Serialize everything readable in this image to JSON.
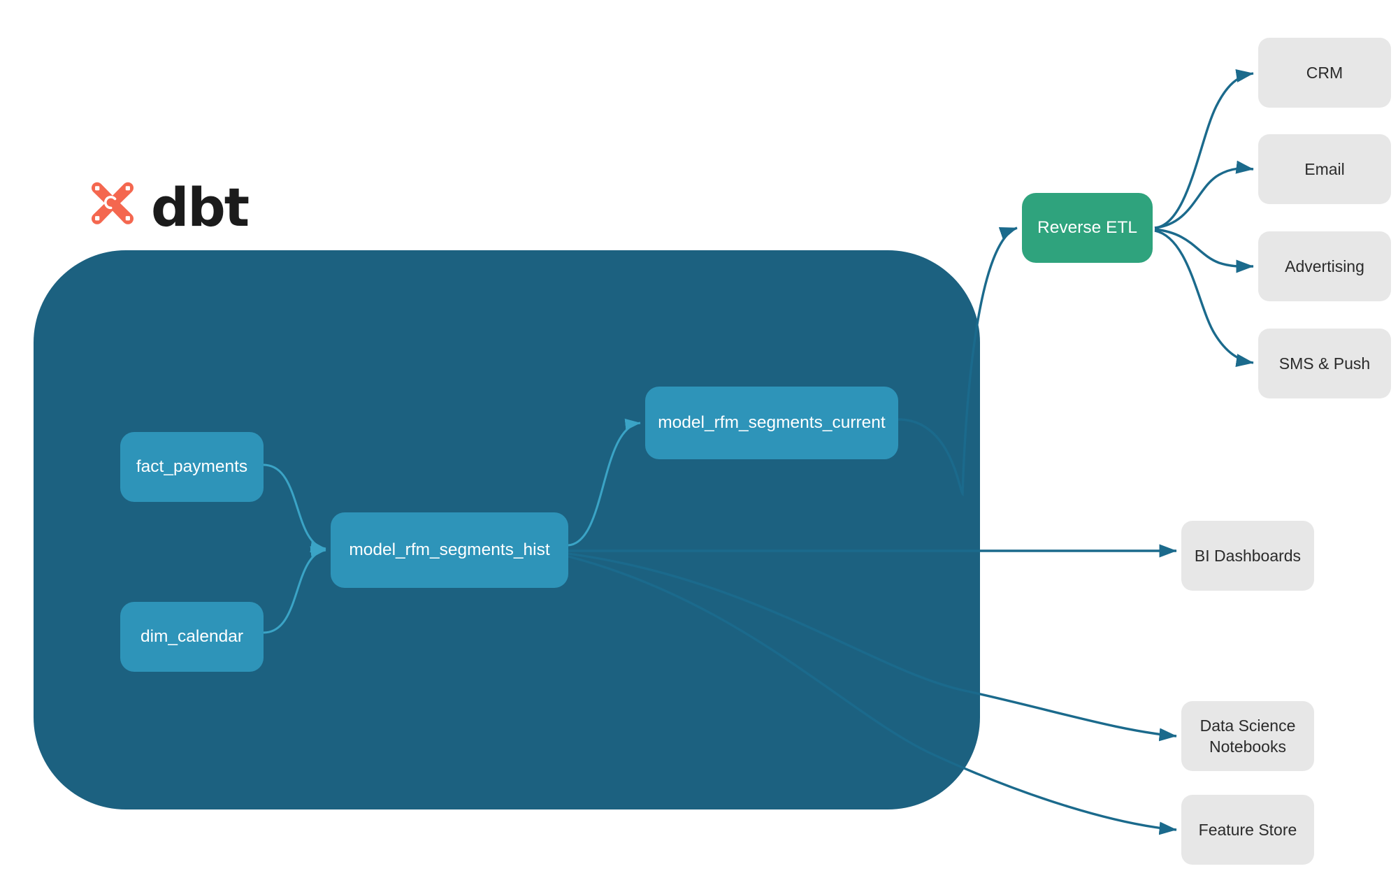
{
  "brand": {
    "name": "dbt",
    "logo_icon": "dbt-logo-icon",
    "logo_color": "#f4674f",
    "wordmark_color": "#1b1b1b"
  },
  "colors": {
    "warehouse_container": "#1c6180",
    "model_node": "#2e94b9",
    "reverse_etl_node": "#2fa37d",
    "destination_node": "#e7e7e7",
    "outer_edge": "#1b6a8c",
    "inner_edge": "#3ba4c6",
    "page_background": "#ffffff"
  },
  "warehouse": {
    "name": "dbt-warehouse-container",
    "models": [
      {
        "id": "fact_payments",
        "label": "fact_payments"
      },
      {
        "id": "dim_calendar",
        "label": "dim_calendar"
      },
      {
        "id": "model_rfm_segments_hist",
        "label": "model_rfm_segments_hist"
      },
      {
        "id": "model_rfm_segments_current",
        "label": "model_rfm_segments_current"
      }
    ]
  },
  "activation": {
    "reverse_etl": {
      "id": "reverse_etl",
      "label": "Reverse ETL"
    }
  },
  "destinations": {
    "reverse_etl_targets": [
      {
        "id": "crm",
        "label": "CRM"
      },
      {
        "id": "email",
        "label": "Email"
      },
      {
        "id": "advertising",
        "label": "Advertising"
      },
      {
        "id": "sms_push",
        "label": "SMS & Push"
      }
    ],
    "direct_targets": [
      {
        "id": "bi_dashboards",
        "label": "BI Dashboards"
      },
      {
        "id": "data_science_notebooks",
        "label": "Data Science\nNotebooks",
        "line1": "Data Science",
        "line2": "Notebooks"
      },
      {
        "id": "feature_store",
        "label": "Feature Store"
      }
    ]
  },
  "edges": [
    {
      "from": "fact_payments",
      "to": "model_rfm_segments_hist",
      "style": "inner"
    },
    {
      "from": "dim_calendar",
      "to": "model_rfm_segments_hist",
      "style": "inner"
    },
    {
      "from": "model_rfm_segments_hist",
      "to": "model_rfm_segments_current",
      "style": "inner"
    },
    {
      "from": "model_rfm_segments_current",
      "to": "reverse_etl",
      "style": "outer"
    },
    {
      "from": "model_rfm_segments_hist",
      "to": "bi_dashboards",
      "style": "outer"
    },
    {
      "from": "model_rfm_segments_hist",
      "to": "data_science_notebooks",
      "style": "outer"
    },
    {
      "from": "model_rfm_segments_hist",
      "to": "feature_store",
      "style": "outer"
    },
    {
      "from": "reverse_etl",
      "to": "crm",
      "style": "outer"
    },
    {
      "from": "reverse_etl",
      "to": "email",
      "style": "outer"
    },
    {
      "from": "reverse_etl",
      "to": "advertising",
      "style": "outer"
    },
    {
      "from": "reverse_etl",
      "to": "sms_push",
      "style": "outer"
    }
  ]
}
